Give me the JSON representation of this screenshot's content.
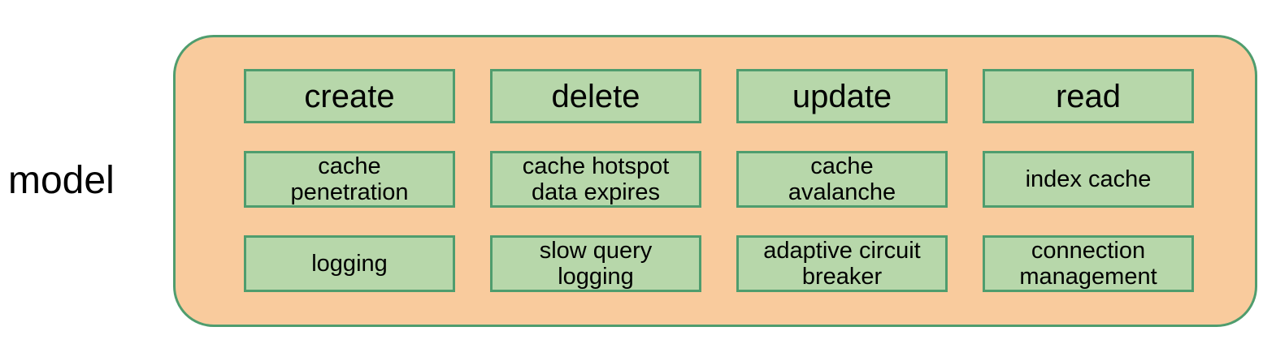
{
  "diagram": {
    "label": "model",
    "rows": [
      {
        "name": "operations",
        "cells": [
          "create",
          "delete",
          "update",
          "read"
        ]
      },
      {
        "name": "cache-strategies",
        "cells": [
          "cache\npenetration",
          "cache hotspot\ndata expires",
          "cache\navalanche",
          "index cache"
        ]
      },
      {
        "name": "support-features",
        "cells": [
          "logging",
          "slow query\nlogging",
          "adaptive circuit\nbreaker",
          "connection\nmanagement"
        ]
      }
    ]
  },
  "colors": {
    "background": "#ffffff",
    "container_fill": "#f9cb9d",
    "container_border": "#4f9d6e",
    "box_fill": "#b7d7aa",
    "box_border": "#4f9d6e",
    "text": "#000000"
  }
}
